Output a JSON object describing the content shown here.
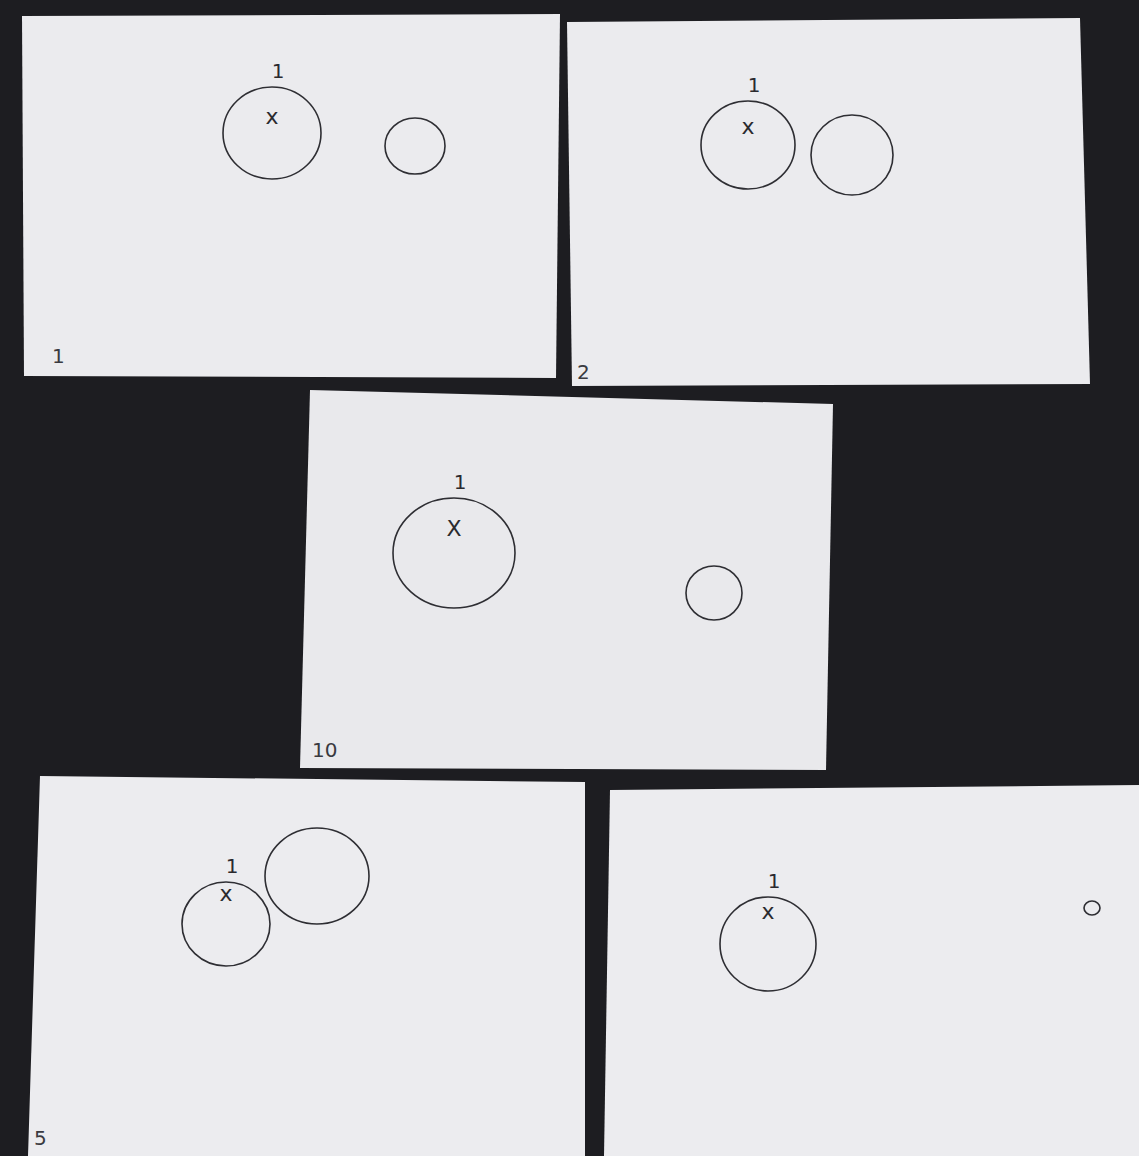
{
  "diagram": {
    "nodes": [
      {
        "text": [
          "1",
          "x"
        ]
      },
      {
        "text": [
          "1",
          "x"
        ]
      },
      {
        "text": [
          "1",
          "X"
        ]
      },
      {
        "text": [
          "1",
          "x"
        ]
      },
      {
        "text": [
          "1",
          "x"
        ]
      }
    ],
    "labels": [
      "1",
      "2",
      "10",
      "5"
    ]
  }
}
